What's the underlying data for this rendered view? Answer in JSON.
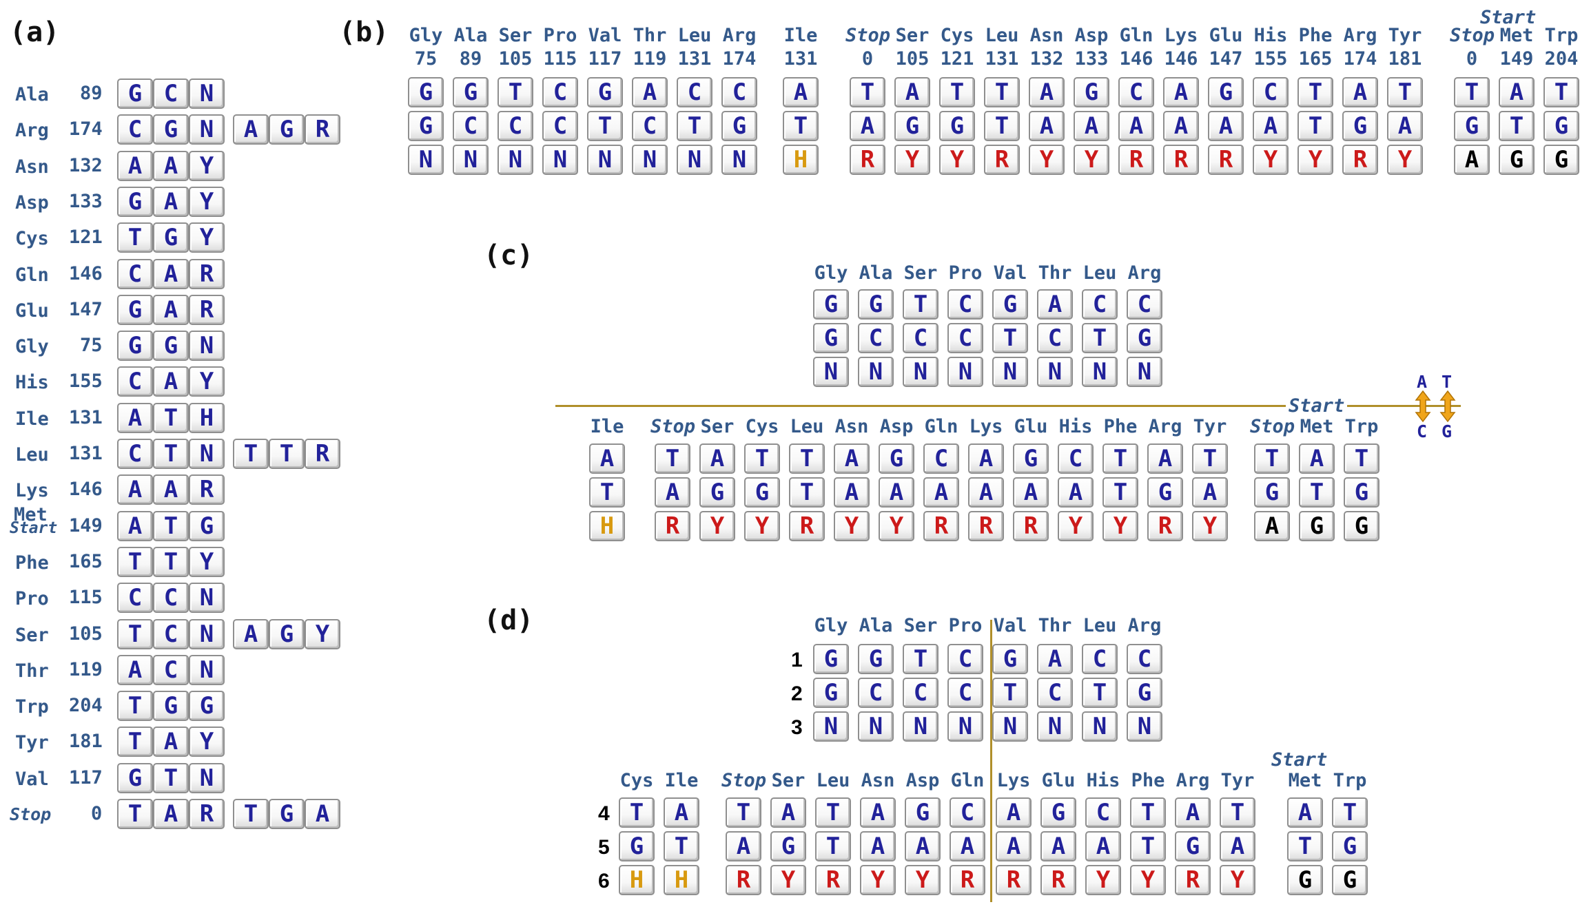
{
  "panel_labels": {
    "a": "(a)",
    "b": "(b)",
    "c": "(c)",
    "d": "(d)"
  },
  "colors": {
    "ambiguity_blue": "#22229a",
    "ry_red": "#cc1a1a",
    "h_orange": "#d89a10",
    "fixed_black": "#000000",
    "label": "#34598a",
    "divider": "#b08f2a"
  },
  "panel_a": {
    "rows": [
      {
        "name": "Ala",
        "num": "89",
        "codons": [
          "GCN"
        ]
      },
      {
        "name": "Arg",
        "num": "174",
        "codons": [
          "CGN",
          "AGR"
        ]
      },
      {
        "name": "Asn",
        "num": "132",
        "codons": [
          "AAY"
        ]
      },
      {
        "name": "Asp",
        "num": "133",
        "codons": [
          "GAY"
        ]
      },
      {
        "name": "Cys",
        "num": "121",
        "codons": [
          "TGY"
        ]
      },
      {
        "name": "Gln",
        "num": "146",
        "codons": [
          "CAR"
        ]
      },
      {
        "name": "Glu",
        "num": "147",
        "codons": [
          "GAR"
        ]
      },
      {
        "name": "Gly",
        "num": "75",
        "codons": [
          "GGN"
        ]
      },
      {
        "name": "His",
        "num": "155",
        "codons": [
          "CAY"
        ]
      },
      {
        "name": "Ile",
        "num": "131",
        "codons": [
          "ATH"
        ]
      },
      {
        "name": "Leu",
        "num": "131",
        "codons": [
          "CTN",
          "TTR"
        ]
      },
      {
        "name": "Lys",
        "num": "146",
        "codons": [
          "AAR"
        ]
      },
      {
        "name": "Met",
        "sub": "Start",
        "num": "149",
        "codons": [
          "ATG"
        ]
      },
      {
        "name": "Phe",
        "num": "165",
        "codons": [
          "TTY"
        ]
      },
      {
        "name": "Pro",
        "num": "115",
        "codons": [
          "CCN"
        ]
      },
      {
        "name": "Ser",
        "num": "105",
        "codons": [
          "TCN",
          "AGY"
        ]
      },
      {
        "name": "Thr",
        "num": "119",
        "codons": [
          "ACN"
        ]
      },
      {
        "name": "Trp",
        "num": "204",
        "codons": [
          "TGG"
        ]
      },
      {
        "name": "Tyr",
        "num": "181",
        "codons": [
          "TAY"
        ]
      },
      {
        "name": "Val",
        "num": "117",
        "codons": [
          "GTN"
        ]
      },
      {
        "name": "Stop",
        "num": "0",
        "codons": [
          "TAR",
          "TGA"
        ],
        "italic": true
      }
    ]
  },
  "panel_b": {
    "groups": [
      {
        "cols": [
          {
            "aa": "Gly",
            "num": "75",
            "codon": "GGN",
            "c3": "b"
          },
          {
            "aa": "Ala",
            "num": "89",
            "codon": "GCN",
            "c3": "b"
          },
          {
            "aa": "Ser",
            "num": "105",
            "codon": "TCN",
            "c3": "b"
          },
          {
            "aa": "Pro",
            "num": "115",
            "codon": "CCN",
            "c3": "b"
          },
          {
            "aa": "Val",
            "num": "117",
            "codon": "GTN",
            "c3": "b"
          },
          {
            "aa": "Thr",
            "num": "119",
            "codon": "ACN",
            "c3": "b"
          },
          {
            "aa": "Leu",
            "num": "131",
            "codon": "CTN",
            "c3": "b"
          },
          {
            "aa": "Arg",
            "num": "174",
            "codon": "CGN",
            "c3": "b"
          }
        ]
      },
      {
        "cols": [
          {
            "aa": "Ile",
            "num": "131",
            "codon": "ATH",
            "c3": "o"
          }
        ]
      },
      {
        "cols": [
          {
            "aa": "Stop",
            "num": "0",
            "codon": "TAR",
            "c3": "r",
            "italic": true
          },
          {
            "aa": "Ser",
            "num": "105",
            "codon": "AGY",
            "c3": "r"
          },
          {
            "aa": "Cys",
            "num": "121",
            "codon": "TGY",
            "c3": "r"
          },
          {
            "aa": "Leu",
            "num": "131",
            "codon": "TTR",
            "c3": "r"
          },
          {
            "aa": "Asn",
            "num": "132",
            "codon": "AAY",
            "c3": "r"
          },
          {
            "aa": "Asp",
            "num": "133",
            "codon": "GAY",
            "c3": "r"
          },
          {
            "aa": "Gln",
            "num": "146",
            "codon": "CAR",
            "c3": "r"
          },
          {
            "aa": "Lys",
            "num": "146",
            "codon": "AAR",
            "c3": "r"
          },
          {
            "aa": "Glu",
            "num": "147",
            "codon": "GAR",
            "c3": "r"
          },
          {
            "aa": "His",
            "num": "155",
            "codon": "CAY",
            "c3": "r"
          },
          {
            "aa": "Phe",
            "num": "165",
            "codon": "TTY",
            "c3": "r"
          },
          {
            "aa": "Arg",
            "num": "174",
            "codon": "AGR",
            "c3": "r"
          },
          {
            "aa": "Tyr",
            "num": "181",
            "codon": "TAY",
            "c3": "r"
          }
        ]
      },
      {
        "cols": [
          {
            "aa": "Stop",
            "num": "0",
            "codon": "TGA",
            "c3": "k",
            "italic": true
          },
          {
            "aa": "Met",
            "num": "149",
            "codon": "ATG",
            "c3": "k"
          },
          {
            "aa": "Trp",
            "num": "204",
            "codon": "TGG",
            "c3": "k"
          }
        ]
      }
    ],
    "start_label": "Start"
  },
  "panel_c": {
    "top": [
      {
        "aa": "Gly",
        "codon": "GGN"
      },
      {
        "aa": "Ala",
        "codon": "GCN"
      },
      {
        "aa": "Ser",
        "codon": "TCN"
      },
      {
        "aa": "Pro",
        "codon": "CCN"
      },
      {
        "aa": "Val",
        "codon": "GTN"
      },
      {
        "aa": "Thr",
        "codon": "ACN"
      },
      {
        "aa": "Leu",
        "codon": "CTN"
      },
      {
        "aa": "Arg",
        "codon": "CGN"
      }
    ],
    "bottom_groups": [
      {
        "cols": [
          {
            "aa": "Ile",
            "codon": "ATH",
            "c3": "o"
          }
        ]
      },
      {
        "cols": [
          {
            "aa": "Stop",
            "codon": "TAR",
            "c3": "r",
            "italic": true
          },
          {
            "aa": "Ser",
            "codon": "AGY",
            "c3": "r"
          },
          {
            "aa": "Cys",
            "codon": "TGY",
            "c3": "r"
          },
          {
            "aa": "Leu",
            "codon": "TTR",
            "c3": "r"
          },
          {
            "aa": "Asn",
            "codon": "AAY",
            "c3": "r"
          },
          {
            "aa": "Asp",
            "codon": "GAY",
            "c3": "r"
          },
          {
            "aa": "Gln",
            "codon": "CAR",
            "c3": "r"
          },
          {
            "aa": "Lys",
            "codon": "AAR",
            "c3": "r"
          },
          {
            "aa": "Glu",
            "codon": "GAR",
            "c3": "r"
          },
          {
            "aa": "His",
            "codon": "CAY",
            "c3": "r"
          },
          {
            "aa": "Phe",
            "codon": "TTY",
            "c3": "r"
          },
          {
            "aa": "Arg",
            "codon": "AGR",
            "c3": "r"
          },
          {
            "aa": "Tyr",
            "codon": "TAY",
            "c3": "r"
          }
        ]
      },
      {
        "cols": [
          {
            "aa": "Stop",
            "codon": "TGA",
            "c3": "k",
            "italic": true
          },
          {
            "aa": "Met",
            "codon": "ATG",
            "c3": "k"
          },
          {
            "aa": "Trp",
            "codon": "TGG",
            "c3": "k"
          }
        ]
      }
    ],
    "start_label": "Start",
    "swap_top": [
      "A",
      "T"
    ],
    "swap_bottom": [
      "C",
      "G"
    ]
  },
  "panel_d": {
    "row_numbers": [
      "1",
      "2",
      "3",
      "4",
      "5",
      "6"
    ],
    "top": [
      {
        "aa": "Gly",
        "codon": "GGN"
      },
      {
        "aa": "Ala",
        "codon": "GCN"
      },
      {
        "aa": "Ser",
        "codon": "TCN"
      },
      {
        "aa": "Pro",
        "codon": "CCN"
      },
      {
        "aa": "Val",
        "codon": "GTN"
      },
      {
        "aa": "Thr",
        "codon": "ACN"
      },
      {
        "aa": "Leu",
        "codon": "CTN"
      },
      {
        "aa": "Arg",
        "codon": "CGN"
      }
    ],
    "bottom_groups": [
      {
        "cols": [
          {
            "aa": "Cys",
            "codon": "TGH",
            "c3": "o"
          },
          {
            "aa": "Ile",
            "codon": "ATH",
            "c3": "o"
          }
        ]
      },
      {
        "cols": [
          {
            "aa": "Stop",
            "codon": "TAR",
            "c3": "r",
            "italic": true
          },
          {
            "aa": "Ser",
            "codon": "AGY",
            "c3": "r"
          },
          {
            "aa": "Leu",
            "codon": "TTR",
            "c3": "r"
          },
          {
            "aa": "Asn",
            "codon": "AAY",
            "c3": "r"
          },
          {
            "aa": "Asp",
            "codon": "GAY",
            "c3": "r"
          },
          {
            "aa": "Gln",
            "codon": "CAR",
            "c3": "r"
          },
          {
            "aa": "Lys",
            "codon": "AAR",
            "c3": "r"
          },
          {
            "aa": "Glu",
            "codon": "GAR",
            "c3": "r"
          },
          {
            "aa": "His",
            "codon": "CAY",
            "c3": "r"
          },
          {
            "aa": "Phe",
            "codon": "TTY",
            "c3": "r"
          },
          {
            "aa": "Arg",
            "codon": "AGR",
            "c3": "r"
          },
          {
            "aa": "Tyr",
            "codon": "TAY",
            "c3": "r"
          }
        ]
      },
      {
        "cols": [
          {
            "aa": "Met",
            "codon": "ATG",
            "c3": "k"
          },
          {
            "aa": "Trp",
            "codon": "TGG",
            "c3": "k"
          }
        ]
      }
    ],
    "start_label": "Start"
  }
}
